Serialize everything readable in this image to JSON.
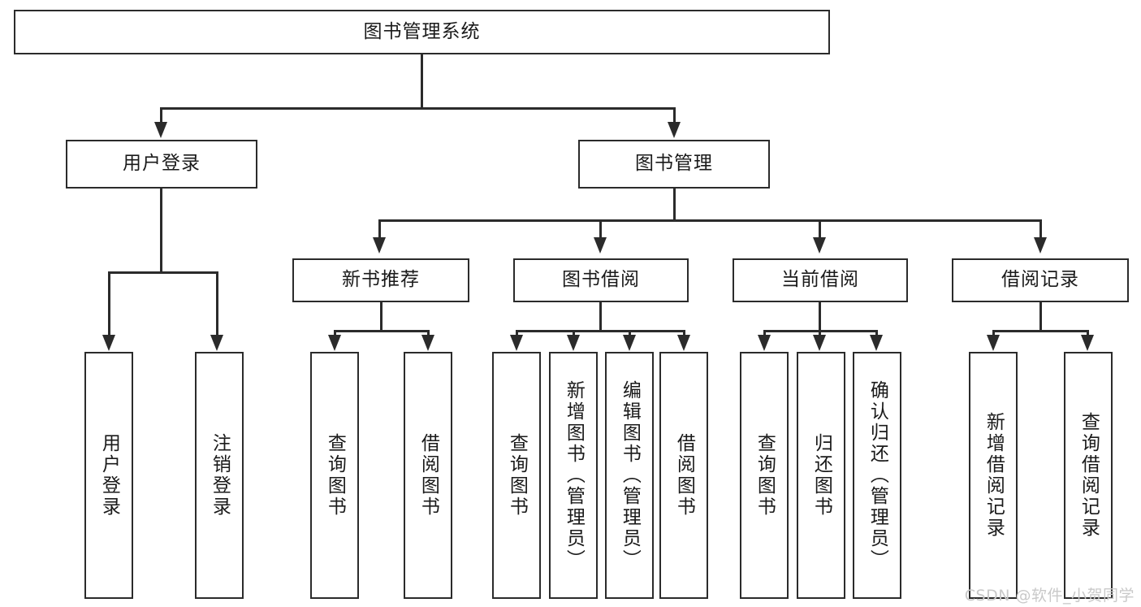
{
  "diagram": {
    "type": "tree-hierarchy",
    "title": "图书管理系统",
    "root": {
      "label": "图书管理系统",
      "name": "root-node"
    },
    "level2": [
      {
        "label": "用户登录",
        "name": "node-user-login"
      },
      {
        "label": "图书管理",
        "name": "node-book-management"
      }
    ],
    "level3": [
      {
        "label": "新书推荐",
        "name": "node-new-book-recommend"
      },
      {
        "label": "图书借阅",
        "name": "node-book-borrow"
      },
      {
        "label": "当前借阅",
        "name": "node-current-borrow"
      },
      {
        "label": "借阅记录",
        "name": "node-borrow-record"
      }
    ],
    "leaves": {
      "user_login": [
        {
          "label": "用户登录",
          "name": "leaf-user-login"
        },
        {
          "label": "注销登录",
          "name": "leaf-logout"
        }
      ],
      "new_book_recommend": [
        {
          "label": "查询图书",
          "name": "leaf-query-book-1"
        },
        {
          "label": "借阅图书",
          "name": "leaf-borrow-book-1"
        }
      ],
      "book_borrow": [
        {
          "label": "查询图书",
          "name": "leaf-query-book-2"
        },
        {
          "label": "新增图书（管理员）",
          "name": "leaf-add-book-admin"
        },
        {
          "label": "编辑图书（管理员）",
          "name": "leaf-edit-book-admin"
        },
        {
          "label": "借阅图书",
          "name": "leaf-borrow-book-2"
        }
      ],
      "current_borrow": [
        {
          "label": "查询图书",
          "name": "leaf-query-book-3"
        },
        {
          "label": "归还图书",
          "name": "leaf-return-book"
        },
        {
          "label": "确认归还（管理员）",
          "name": "leaf-confirm-return-admin"
        }
      ],
      "borrow_record": [
        {
          "label": "新增借阅记录",
          "name": "leaf-add-borrow-record"
        },
        {
          "label": "查询借阅记录",
          "name": "leaf-query-borrow-record"
        }
      ]
    }
  },
  "watermark": {
    "text": "CSDN @软件_小贺同学"
  },
  "colors": {
    "stroke": "#2b2b2b",
    "text": "#1a1a1a",
    "background": "#ffffff",
    "watermark": "#c9c9c9"
  }
}
